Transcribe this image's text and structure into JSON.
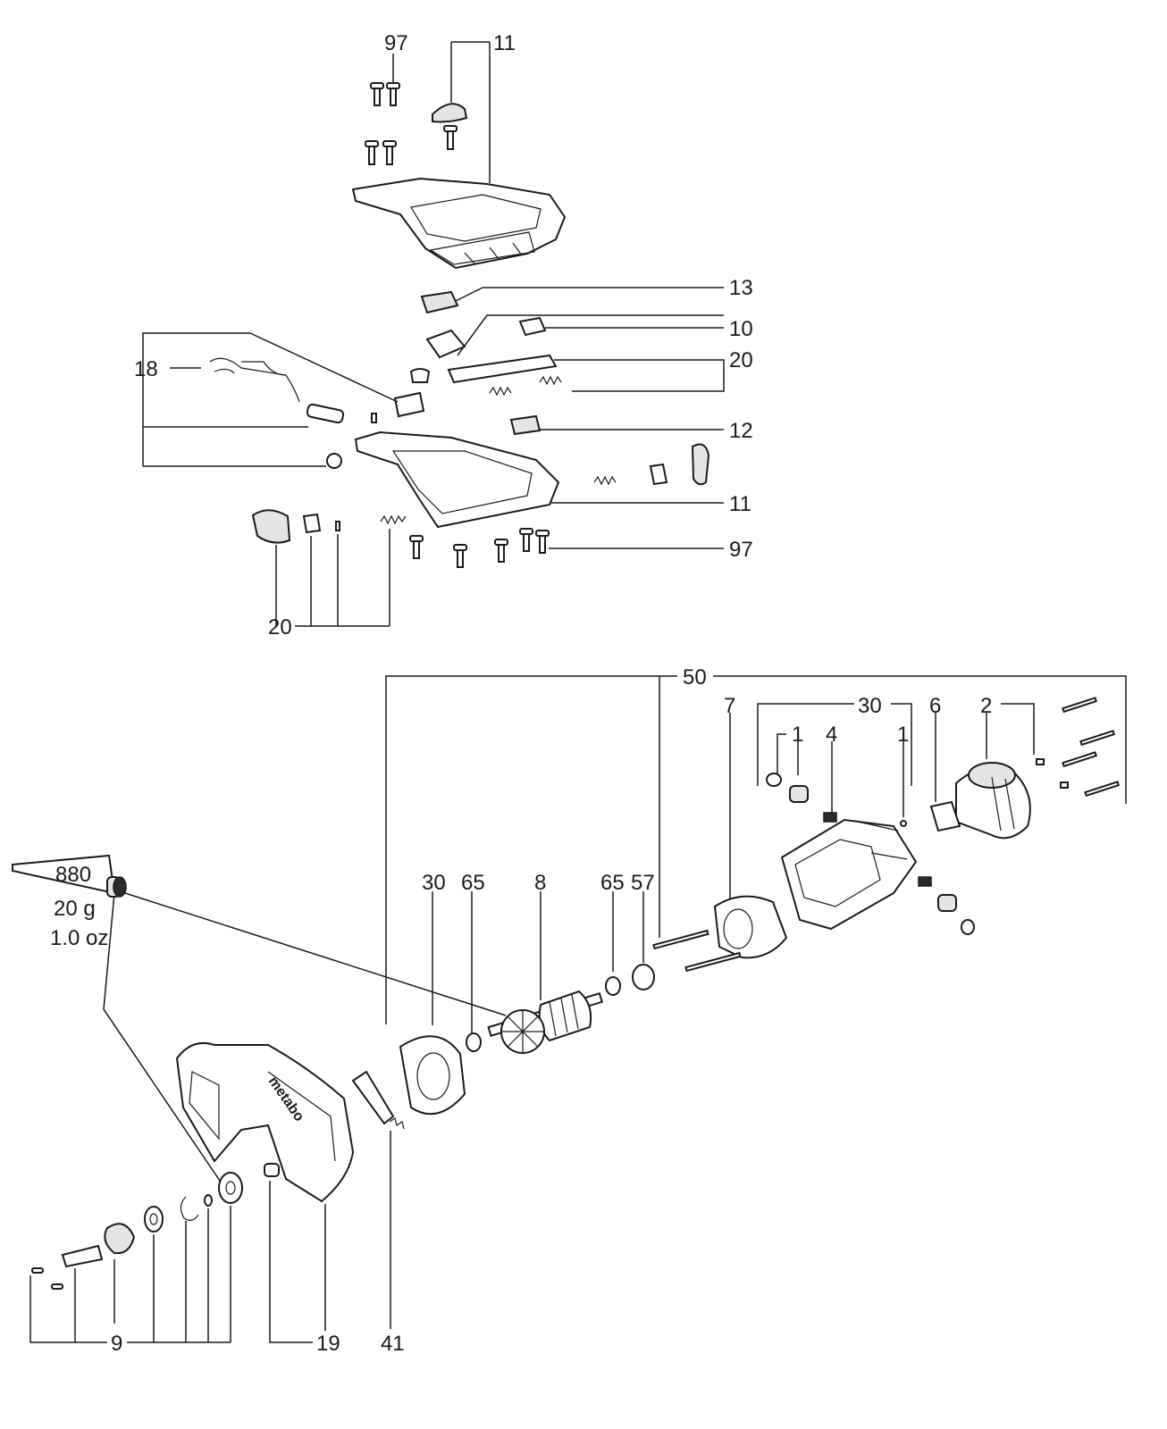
{
  "callouts": {
    "c97_top": "97",
    "c11_top": "11",
    "c13": "13",
    "c10": "10",
    "c20_right": "20",
    "c18": "18",
    "c12": "12",
    "c11_mid": "11",
    "c97_bot": "97",
    "c20_bot": "20",
    "c50": "50",
    "c30_top": "30",
    "c7": "7",
    "c6": "6",
    "c2": "2",
    "c1_left": "1",
    "c4": "4",
    "c1_right": "1",
    "c30_mid": "30",
    "c65_a": "65",
    "c8": "8",
    "c65_b": "65",
    "c57": "57",
    "c9": "9",
    "c19": "19",
    "c41": "41"
  },
  "grease_tube": {
    "code": "880",
    "weight_g": "20 g",
    "weight_oz": "1.0 oz"
  },
  "housing_logo": "metabo"
}
